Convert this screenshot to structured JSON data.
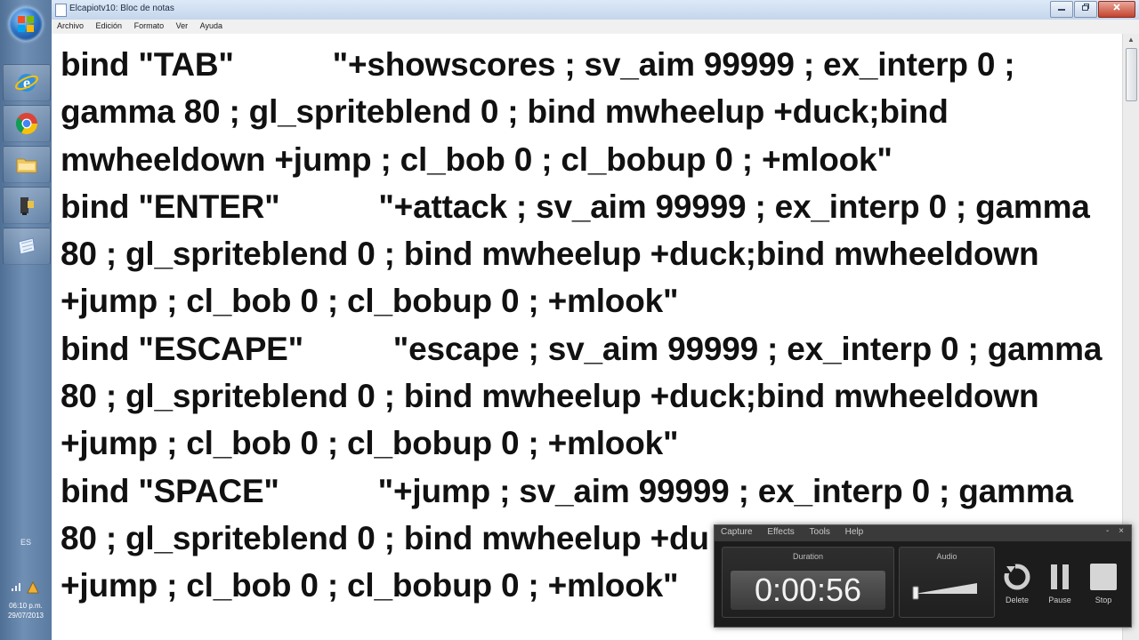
{
  "taskbar": {
    "language": "ES",
    "clock": {
      "time": "06:10 p.m.",
      "date": "29/07/2013"
    }
  },
  "notepad": {
    "title": "Elcapiotv10: Bloc de notas",
    "menu": [
      "Archivo",
      "Edición",
      "Formato",
      "Ver",
      "Ayuda"
    ],
    "content": "bind \"TAB\"           \"+showscores ; sv_aim 99999 ; ex_interp 0 ;\ngamma 80 ; gl_spriteblend 0 ; bind mwheelup +duck;bind\nmwheeldown +jump ; cl_bob 0 ; cl_bobup 0 ; +mlook\"\nbind \"ENTER\"           \"+attack ; sv_aim 99999 ; ex_interp 0 ; gamma\n80 ; gl_spriteblend 0 ; bind mwheelup +duck;bind mwheeldown\n+jump ; cl_bob 0 ; cl_bobup 0 ; +mlook\"\nbind \"ESCAPE\"          \"escape ; sv_aim 99999 ; ex_interp 0 ; gamma\n80 ; gl_spriteblend 0 ; bind mwheelup +duck;bind mwheeldown\n+jump ; cl_bob 0 ; cl_bobup 0 ; +mlook\"\nbind \"SPACE\"           \"+jump ; sv_aim 99999 ; ex_interp 0 ; gamma\n80 ; gl_spriteblend 0 ; bind mwheelup +du\n+jump ; cl_bob 0 ; cl_bobup 0 ; +mlook\""
  },
  "recorder": {
    "menu": [
      "Capture",
      "Effects",
      "Tools",
      "Help"
    ],
    "window_buttons": {
      "minimize": "-",
      "close": "×"
    },
    "duration_label": "Duration",
    "duration": "0:00:56",
    "audio_label": "Audio",
    "controls": {
      "delete": "Delete",
      "pause": "Pause",
      "stop": "Stop"
    }
  }
}
